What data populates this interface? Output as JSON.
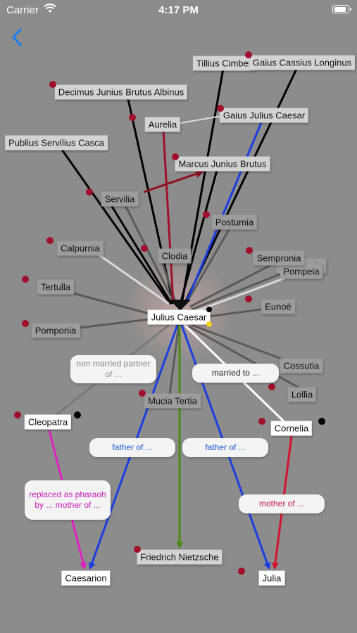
{
  "status_bar": {
    "carrier": "Carrier",
    "time": "4:17 PM",
    "battery_level": 0.9
  },
  "nav": {
    "back_icon": "chevron-left-icon"
  },
  "colors": {
    "accent": "#1a7cf5",
    "person_dot": "#a0102a",
    "father_edge": "#1a3fe0",
    "mother_edge": "#d4142e",
    "replaced_edge": "#e020c0",
    "nietzsche_edge": "#4a8a10",
    "background": "#8c8c8c"
  },
  "nodes": {
    "tillius": "Tillius Cimber",
    "gaius_cassius": "Gaius Cassius Longinus",
    "decimus": "Decimus Junius Brutus Albinus",
    "aurelia": "Aurelia",
    "gaius_julius": "Gaius Julius Caesar",
    "publius": "Publius Servilius Casca",
    "marcus": "Marcus Junius Brutus",
    "servilia": "Servilia",
    "postumia": "Postumia",
    "calpurnia": "Calpurnia",
    "clodia": "Clodia",
    "sempronia": "Sempronia",
    "posthumia": "Posthumia",
    "pompeia": "Pompeia",
    "tertulla": "Tertulla",
    "eunoe": "Eunoë",
    "julius_caesar": "Julius Caesar",
    "pomponia": "Pomponia",
    "cossutia": "Cossutia",
    "lollia": "Lollia",
    "mucia": "Mucia Tertia",
    "cleopatra": "Cleopatra",
    "cornelia": "Cornelia",
    "nietzsche": "Friedrich Nietzsche",
    "caesarion": "Caesarion",
    "julia": "Julia"
  },
  "edge_labels": {
    "non_married": "non married partner of ...",
    "married": "married to ...",
    "father_left": "father of ...",
    "father_right": "father of ...",
    "replaced": "replaced as pharaoh by ... mother of ...",
    "mother": "mother of ..."
  }
}
